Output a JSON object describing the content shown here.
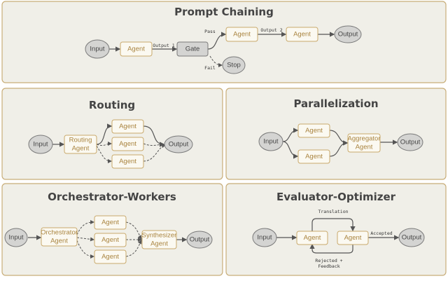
{
  "colors": {
    "panel_bg": "#f0efe8",
    "panel_border": "#c8ad78",
    "agent_border": "#c9a96b",
    "agent_text": "#a9843f",
    "terminal_fill": "#d4d4d2"
  },
  "prompt_chaining": {
    "title": "Prompt Chaining",
    "input": "Input",
    "agent1": "Agent",
    "gate": "Gate",
    "stop": "Stop",
    "agent2": "Agent",
    "agent3": "Agent",
    "output": "Output",
    "edge_output1": "Output 1",
    "edge_pass": "Pass",
    "edge_fail": "Fail",
    "edge_output2": "Output 2"
  },
  "routing": {
    "title": "Routing",
    "input": "Input",
    "router_line1": "Routing",
    "router_line2": "Agent",
    "agents": [
      "Agent",
      "Agent",
      "Agent"
    ],
    "output": "Output"
  },
  "parallelization": {
    "title": "Parallelization",
    "input": "Input",
    "agents": [
      "Agent",
      "Agent"
    ],
    "aggregator_line1": "Aggregator",
    "aggregator_line2": "Agent",
    "output": "Output"
  },
  "orchestrator_workers": {
    "title": "Orchestrator-Workers",
    "input": "Input",
    "orchestrator_line1": "Orchestrator",
    "orchestrator_line2": "Agent",
    "agents": [
      "Agent",
      "Agent",
      "Agent"
    ],
    "synthesizer_line1": "Synthesizer",
    "synthesizer_line2": "Agent",
    "output": "Output"
  },
  "evaluator_optimizer": {
    "title": "Evaluator-Optimizer",
    "input": "Input",
    "agent1": "Agent",
    "agent2": "Agent",
    "output": "Output",
    "edge_translation": "Translation",
    "edge_accepted": "Accepted",
    "edge_rejected_line1": "Rejected +",
    "edge_rejected_line2": "Feedback"
  }
}
